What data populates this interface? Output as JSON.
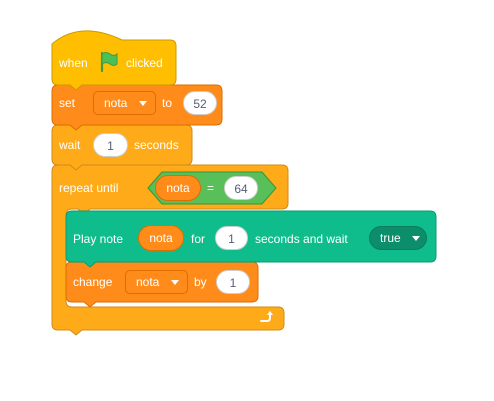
{
  "colors": {
    "events": "#ffbf00",
    "variables": "#ff8c1a",
    "control": "#ffab19",
    "operators": "#59c059",
    "music": "#0fbd8c",
    "text_on_input": "#575e75"
  },
  "blocks": {
    "when_flag": {
      "when_label": "when",
      "flag_icon": "green-flag-icon",
      "clicked_label": "clicked"
    },
    "set_var": {
      "set_label": "set",
      "variable": "nota",
      "to_label": "to",
      "value": "52"
    },
    "wait": {
      "wait_label": "wait",
      "value": "1",
      "seconds_label": "seconds"
    },
    "repeat_until": {
      "label": "repeat until",
      "condition": {
        "left_variable": "nota",
        "operator": "=",
        "right_value": "64"
      },
      "loop_icon": "loop-arrow-icon"
    },
    "play_note": {
      "play_label": "Play note",
      "note_variable": "nota",
      "for_label": "for",
      "duration": "1",
      "seconds_label": "seconds and wait",
      "wait_option": "true"
    },
    "change_var": {
      "change_label": "change",
      "variable": "nota",
      "by_label": "by",
      "value": "1"
    }
  }
}
